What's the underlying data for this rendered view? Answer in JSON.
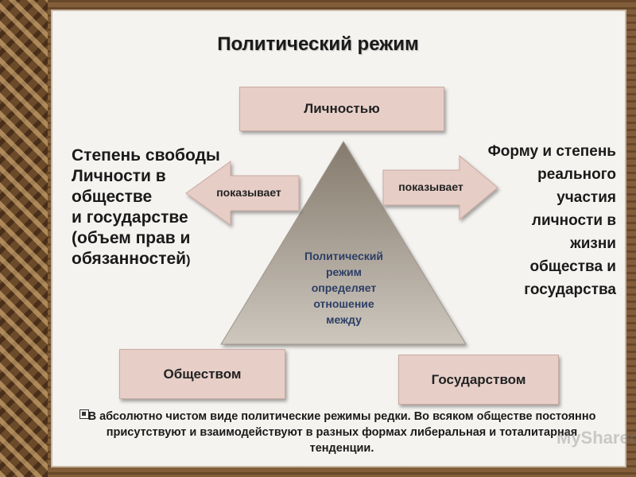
{
  "title": "Политический режим",
  "boxes": {
    "top": "Личностью",
    "bottom_left": "Обществом",
    "bottom_right": "Государством"
  },
  "left_text": {
    "main": "Степень свободы\nЛичности в\nобществе\nи государстве\n(объем прав и\nобязанностей",
    "tail": ")"
  },
  "right_text": "Форму и степень\nреального\nучастия\nличности в\nжизни\nобщества и\nгосударства",
  "arrows": {
    "left_label": "показывает",
    "right_label": "показывает"
  },
  "pyramid_text": "Политический\nрежим\nопределяет\nотношение\nмежду",
  "note": "В абсолютно чистом виде политические режимы редки. Во всяком обществе постоянно присутствуют и взаимодействуют в разных формах либеральная и тоталитарная тенденции.",
  "watermark": "MyShared",
  "colors": {
    "box_fill": "#e7cfc8",
    "arrow_fill": "#e6cdc6",
    "pyramid_top": "#8a7e70",
    "pyramid_bottom": "#c8c2b9",
    "pyramid_text": "#2c3e66"
  }
}
